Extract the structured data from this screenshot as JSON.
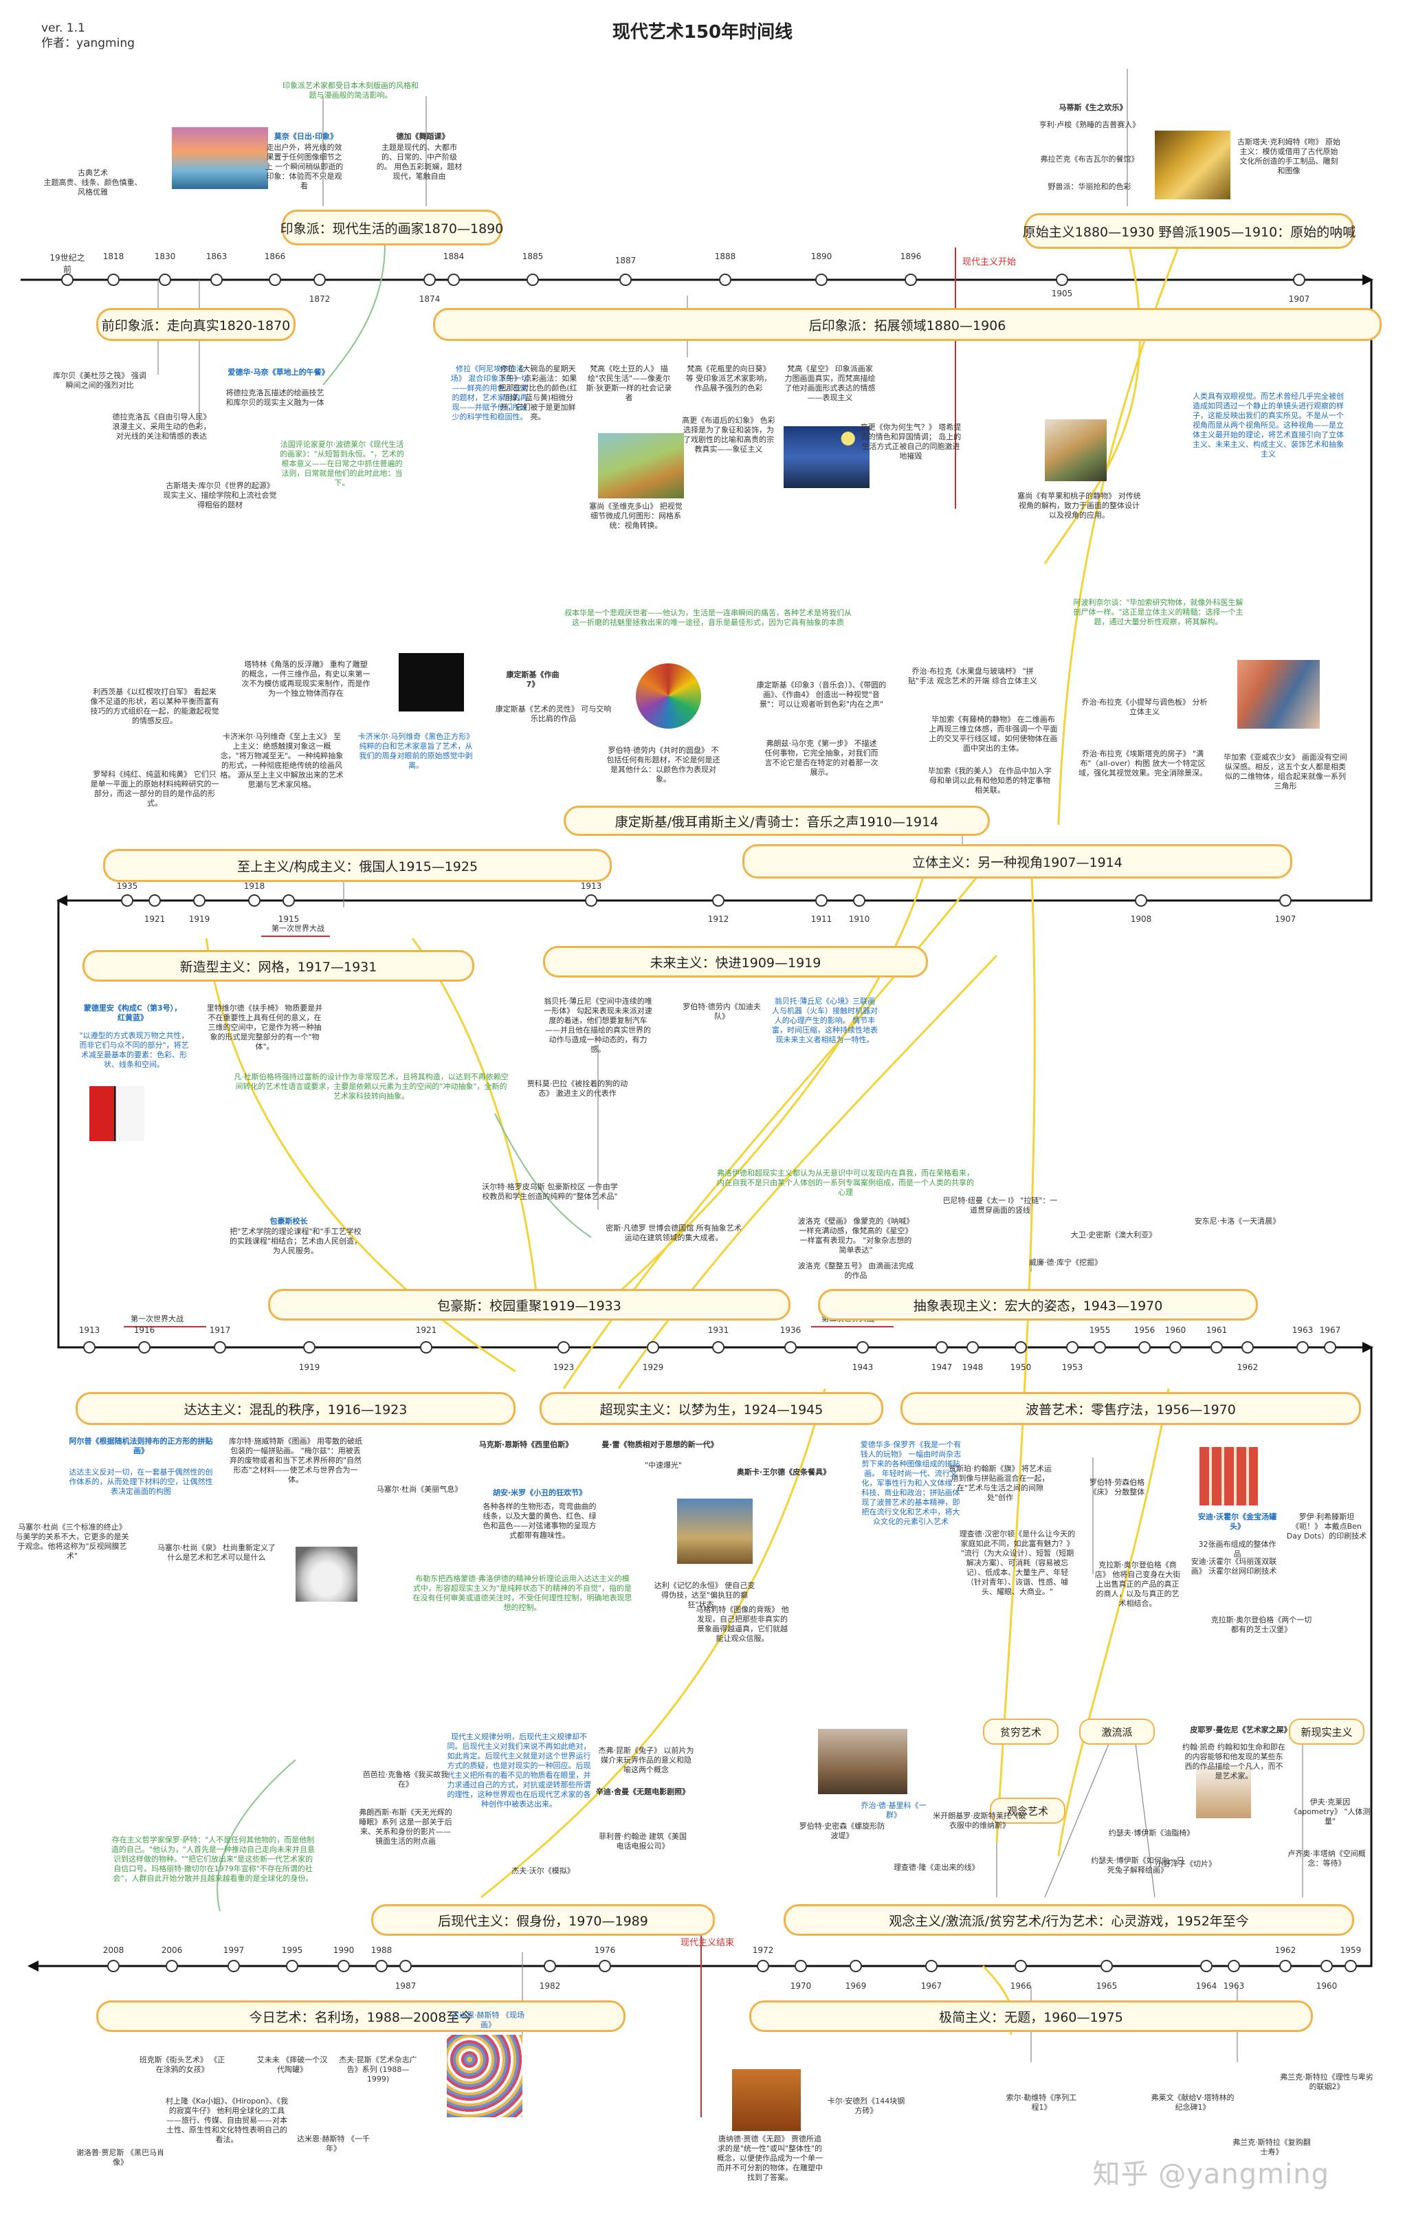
{
  "meta": {
    "version": "ver. 1.1",
    "author": "作者：yangming",
    "title": "现代艺术150年时间线"
  },
  "labels": {
    "modern_start": "现代主义开始",
    "modern_end": "现代主义结束",
    "ww1": "第一次世界大战",
    "ww2": "第二次世界大战",
    "watermark": "知乎 @yangming"
  },
  "periods": {
    "p_impression": "印象派：现代生活的画家1870—1890",
    "p_primitive": "原始主义1880—1930 野兽派1905—1910：原始的呐喊",
    "p_preimp": "前印象派：走向真实1820-1870",
    "p_postimp": "后印象派：拓展领域1880—1906",
    "p_kandinsky": "康定斯基/俄耳甫斯主义/青骑士：音乐之声1910—1914",
    "p_suprematism": "至上主义/构成主义：俄国人1915—1925",
    "p_cubism": "立体主义：另一种视角1907—1914",
    "p_neoplastic": "新造型主义：网格，1917—1931",
    "p_futurism": "未来主义：快进1909—1919",
    "p_bauhaus": "包豪斯：校园重聚1919—1933",
    "p_abstract": "抽象表现主义：宏大的姿态，1943—1970",
    "p_dada": "达达主义：混乱的秩序，1916—1923",
    "p_surreal": "超现实主义：以梦为生，1924—1945",
    "p_pop": "波普艺术：零售疗法，1956—1970",
    "p_postmodern": "后现代主义：假身份，1970—1989",
    "p_concept": "观念主义/激流派/贫穷艺术/行为艺术：心灵游戏，1952年至今",
    "p_today": "今日艺术：名利场，1988—2008至今",
    "p_minimal": "极简主义：无题，1960—1975",
    "s_arte": "贫穷艺术",
    "s_fluxus": "激流派",
    "s_newreal": "新现实主义",
    "s_concept": "观念艺术"
  },
  "years": {
    "r1": [
      "19世纪之前",
      "1818",
      "1830",
      "1863",
      "1866",
      "1872",
      "1874",
      "1884",
      "1885",
      "1887",
      "1888",
      "1890",
      "1896",
      "1905",
      "1907"
    ],
    "r2": [
      "1935",
      "1921",
      "1919",
      "1918",
      "1915",
      "1913",
      "1912",
      "1911",
      "1910",
      "1908",
      "1907"
    ],
    "r3": [
      "1913",
      "1916",
      "1917",
      "1919",
      "1921",
      "1923",
      "1929",
      "1931",
      "1936",
      "1943",
      "1947",
      "1948",
      "1950",
      "1953",
      "1955",
      "1956",
      "1960",
      "1961",
      "1962",
      "1963",
      "1967"
    ],
    "r4": [
      "2008",
      "2006",
      "1997",
      "1995",
      "1990",
      "1988",
      "1987",
      "1982",
      "1976",
      "1972",
      "1970",
      "1969",
      "1967",
      "1966",
      "1965",
      "1964",
      "1963",
      "1962",
      "1960",
      "1959"
    ]
  },
  "notes": {
    "n_classic": "古典艺术\n主题高贵、线条、颜色慎重、风格优雅",
    "n_monet_t": "莫奈《日出·印象》",
    "n_monet": "走出户外，将光线的效果置于任何图像细节之上\n一个瞬间稍纵即逝的印象：体验而不只是观看",
    "n_degas_t": "德加《舞蹈课》",
    "n_degas": "主题是现代的、大都市的、日常的、中产阶级的。\n用色五彩斑斓，题材现代，笔触自由",
    "n_japan": "印象派艺术家都受日本木刻版画的风格和题与漫画般的简洁影响。",
    "n_matisse": "马蒂斯《生之欢乐》",
    "n_rousseau": "亨利·卢梭《熟睡的吉普赛人》",
    "n_gauguin": "弗拉芒克《布吉瓦尔的餐馆》",
    "n_fauve": "野兽派：华丽抢和的色彩",
    "n_klimt": "古斯塔夫·克利姆特《吻》\n原始主义：模仿或借用了古代原始文化所创造的手工制品、雕刻和图像",
    "n_courbet": "库尔贝《美杜莎之筏》\n强调瞬间之间的强烈对比",
    "n_manet_t": "爱德华·马奈《草地上的午餐》",
    "n_manet": "将德拉克洛瓦描述的绘画技艺和库尔贝的现实主义融为一体",
    "n_delacroix": "德拉克洛瓦《自由引导人民》\n浪漫主义、采用生动的色彩，对光线的关注和情感的表达",
    "n_courbet2": "古斯塔夫·库尔贝《世界的起源》\n现实主义、描绘学院和上流社会觉得粗俗的题材",
    "n_baudelaire": "法国评论家夏尔·波德莱尔《现代生活的画家》：\"从短暂到永恒。\"，艺术的根本意义——在日常之中抓住普遍的法则，日常就是他们的此时此地：当下。",
    "n_seurat": "修拉《大碗岛的星期天下午》\n点彩画法：如果把那些对比色的颜色(红与绿、蓝与黄)相微分开，它们被于是更加鲜亮。",
    "n_signac": "修拉《阿尼埃尔的浴场》\n混合印象派的一切——鲜亮的用色、日常的题材，艺术家用的再现——并赋予他们所缺少的科学性和稳固性。",
    "n_vangogh1": "梵高《吃土豆的人》\n描绘\"农民生活\"——像麦尔斯·狄更斯一样的社会记录者",
    "n_vangogh2": "梵高《花瓶里的向日葵》等\n受印象派艺术家影响，作品展予强烈的色彩",
    "n_vangogh3": "梵高《星空》\n印象派画家力图画面真实，而梵高描绘了他对画面形式表达的情感——表现主义",
    "n_gauguin2": "高更《布道后的幻象》\n色彩选择是为了象征和装饰，为了戏剧性的比喻和高贵的宗教真实——象征主义",
    "n_gauguin3": "高更《你为何生气？》\n塔希提岛的情色和异国情调；\n岛上的生活方式正被自己的同胞激进地摧毁",
    "n_cezanne": "塞尚《圣维克多山》\n把视觉细节微成几何图形：网格系统：视角转换。",
    "n_cezanne2": "塞尚《有苹果和桃子的静物》\n对传统视角的解构，致力于画面的整体设计以及视角的应用。",
    "n_africa": "人类具有双眼视觉。而艺术曾经几乎完全被创造成如同透过一个静止的单镜头进行观察的样子，这能反映出我们的真实所见。不是从一个视角而是从两个视角所见。这种视角——是立体主义最开始的理论，将艺术直接引向了立体主义、未来主义、构成主义、装饰艺术和抽象主义",
    "n_apollinaire": "阿波利奈尔谈：\"毕加索研究物体，就像外科医生解剖尸体一样。\"这正是立体主义的精髓：选择一个主题，通过大量分析性观察，将其解构。",
    "n_schopen": "叔本华是一个悲观厌世者——他认为，生活是一连串瞬间的痛苦，各种艺术是将我们从这一折磨的祛魅里拯救出来的唯一途径，音乐是最佳形式，因为它具有抽象的本质",
    "n_malevich1": "塔特林《角落的反浮雕》\n重构了雕塑的概念，一件三维作品，有史以来第一次不为模仿或再现现实来制作，而是作为一个独立物体而存在",
    "n_malevich2": "卡济米尔·马列维奇《至上主义》\n至上主义：绝感触摸对象这一概念，\"将万物减至无\"。\n一种纯粹抽象的形式，一种彻底拒绝传统的绘画风格。\n源从至上主义中解放出来的艺术思潮与艺术家风格。",
    "n_malevich3": "卡济米尔·马列维奇《黑色正方形》\n纯粹的白和艺术家意旨了艺术，从我们的周身对眼前的原始感觉中剥离。",
    "n_lissitzky": "利西茨基《以红楔攻打白军》\n看起来像不足道的形状，若以某种平衡而富有技巧的方式组织在一起，的能激起视觉的情感反应。",
    "n_rodchenko": "罗琴科《纯红、纯蓝和纯黄》\n它们只是单一平面上的原始材料纯粹研究的一部分，而这一部分的目的是作品的形式。",
    "n_kandinsky_t": "康定斯基《作曲7》",
    "n_kandinsky": "康定斯基《艺术的灵性》\n可与交响乐比肩的作品",
    "n_delaunay": "罗伯特·德劳内《共时的圆盘》\n不包括任何有形题材，不论是何是还是其他什么：以颜色作为表现对象。",
    "n_kandinsky2": "康定斯基《印象3（音乐会）》、《带圆的画》、《作曲4》\n创造出一种视觉\"音景\"：可以让观者听到色彩\"内在之声\"",
    "n_marc": "弗朗兹·马尔克《第一步》\n不描述任何事物，它完全抽象，对我们而言不论它是否在特定的对着那一次展示。",
    "n_picasso1": "乔治·布拉克《水果盘与玻璃杯》\n\"拼贴\"手法\n观念艺术的开端\n综合立体主义",
    "n_picasso2": "毕加索《有藤椅的静物》\n在二维画布上再现三维立体感，而非强调一个平面上的交叉平行线区域，如何使物体在画面中突出的主体。",
    "n_picasso3": "毕加索《我的美人》\n在作品中加入字母和单词以此有和他知悉的特定事物相关联。",
    "n_braque": "乔治·布拉克《小提琴与调色板》\n分析立体主义",
    "n_braque2": "乔治·布拉克《埃斯塔克的房子》\n\"满布\"（all-over）构图\n放大一个特定区域，强化其视觉效果。完全消除景深。",
    "n_avignon": "毕加索《亚威农少女》\n画面没有空间纵深感。相反，这五个女人都是相类似的二维物体，组合起来就像一系列三角形",
    "n_mondrian_t": "蒙德里安《构成C（第3号），红黄蓝》",
    "n_mondrian": "\"以遵型的方式表现万物之共性，而非它们与众不同的部分\"，将艺术减至最基本的要素：色彩、形状、线条和空间。",
    "n_vandoesburg": "里特维尔德《扶手椅》\n物质要是并不在重要性上具有任何的意义，在三维的空间中，它是作为将一种抽象的形式是完整部分的有一个\"物体\"。",
    "n_neoplastic": "凡·杜斯伯格将强持过富新的设计作为非常现艺术，且将其构造，以达到不再依赖空间转化的艺术性语言或要求，主要是依赖以元素为主的空间的\"冲动抽象\"，全新的艺术家科技转向抽象。",
    "n_boccioni": "翁贝托·薄丘尼《空间中连续的唯一形体》\n勾起来表现未来派对速度的着迷，他们想要复制汽车——并且他在描绘的真实世界的动作与造成一种动态的，有力感。",
    "n_balla": "贾科莫·巴拉《被拴着的狗的动态》\n激进主义的代表作",
    "n_delaunay2": "罗伯特·德劳内《加迪夫队》",
    "n_boccioni2": "翁贝托·薄丘尼《心境》三联画\n人与机器（火车）接触时机器对人的心理产生的影响。\n情节丰富，时间压缩，这种持续性地表现未来主义者相结为一特性。",
    "n_gropius_t": "包豪斯校长",
    "n_gropius": "把\"艺术学院的理论课程\"和\"手工艺学校的实践课程\"相结合；艺术由人民创造，为人民服务。",
    "n_mondrian2": "沃尔特·格罗皮乌斯 包豪斯校区\n一件由学校教员和学生创造的纯粹的\"整体艺术品\"",
    "n_mies": "密斯·凡德罗 世博会德国馆\n所有抽象艺术运动在建筑领域的集大成者。",
    "n_freud": "弗洛伊德和超现实主义都认为从无意识中可以发现内在真我，而在荣格看来，内在自我不是只由某个人体创的一系列专属案例组成，而是一个人类的共享的心理",
    "n_pollock": "波洛克《壁画》\n像蒙克的《呐喊》一样充满动感，像梵高的《星空》一样富有表现力。\n\"对象杂志想的简单表达\"",
    "n_pollock2": "波洛克《整整五号》\n由滴画法完成的作品",
    "n_rothko": "巴尼特·纽曼《太一 I》\n\"拉链\"：一道贯穿画面的竖线",
    "n_dekooning": "大卫·史密斯《澳大利亚》",
    "n_newman": "威廉·德·库宁《挖掘》",
    "n_rothko2": "安东尼·卡洛《一天清晨》",
    "n_duchamp_t": "阿尔普《根据随机法则排布的正方形的拼贴画》",
    "n_duchamp": "达达主义反对一切，在一套基于偶然性的创作体系的，从而处理下材料的空，让偶然性表决定画面的构图",
    "n_schwitters": "库尔特·施威特斯《图画》\n用零散的破纸包装的一幅拼贴画。\n\"梅尔兹\"：用被丢弃的废物或者和当下艺术界所称的\"自然形态\"之材料——使艺术与世界合为一体。",
    "n_duchamp2": "马塞尔·杜尚《三个标准的终止》\n与美学的关系不大，它更多的是关于观念。他将这称为\"反视网膜艺术\"",
    "n_duchamp3": "马塞尔·杜尚《泉》\n杜尚重新定义了什么是艺术和艺术可以是什么",
    "n_duchamp4": "马塞尔·杜尚《美丽气息》",
    "n_ernst": "马克斯·恩斯特《西里伯斯》",
    "n_miro": "曼·雷《物质相对于思想的新一代》",
    "n_magritte": "\"中速爆光\"",
    "n_dali_t": "胡安·米罗《小丑的狂欢节》",
    "n_dali0": "各种各样的生物形态，弯弯曲曲的线条，以及大量的黄色、红色、绿色和蓝色——对弦诸事物的呈现方式都带有趣味性。",
    "n_breton": "布勒东把西格蒙德·弗洛伊德的精神分析理论运用入达达主义的模式中，形容超现实主义为\"是纯粹状态下的精神的不自觉\"，指的是在没有任何审美或道德关注时，不受任何理性控制，明确地表现思想的控制。",
    "n_dali": "达利《记忆的永恒》\n使自己变得伪技，达至\"偏执狂的癫狂\"状态。",
    "n_magritte2": "马格利特《图像的背叛》\n他发现，自己把那些非真实的景象画得越逼真，它们就越能让观众信服。",
    "n_magritte3": "奥斯卡·王尔德《皮条餐具》",
    "n_hamilton": "理查德·汉密尔顿《是什么让今天的家庭如此不同，如此富有魅力？》\n\"流行（为大众设计）、短暂（短期解决方案）、可消耗（容易被忘记）、低成本、大量生产、年轻（针对青年）、诙谐、性感、噱头、耀眼、大商业。\"",
    "n_warhol_t": "安迪·沃霍尔《金宝汤罐头》",
    "n_warhol": "32张画布组成的整体作品",
    "n_warhol2": "安迪·沃霍尔《玛丽莲双联画》\n沃霍尔丝网印刷技术",
    "n_lichtenstein": "罗伊·利希滕斯坦《呃！》\n本戴点Ben Day Dots）的印刷技术",
    "n_oldenburg": "克拉斯·奥尔登伯格《商店》\n他将自己变身在大街上出售真正的产品的真正的商人，以及与真正的艺术相结合。",
    "n_oldenburg2": "克拉斯·奥尔登伯格《两个一切都有的芝士汉堡》",
    "n_johns": "贾斯珀·约翰斯《旗》\n将艺术运用到像与拼贴画混合在一起，在\"艺术与生活之间的间隙处\"创作",
    "n_rauschenberg": "罗伯特·劳森伯格《床》\n分散整体",
    "n_pop_def": "爱德华多·保罗齐《我是一个有钱人的玩物》\n一幅由时尚杂志剪下来的各种图像组成的拼贴画。\n年轻时尚一代、流行文化，军事性行为和入文体缘：\n科技、商业和政治；拼贴画体现了波普艺术的基本精神，即把在流行文化和艺术中，将大众文化的元素引入艺术",
    "n_koons": "杰弗·昆斯《兔子》\n以前片为媒介来玩弄作品的意义和隐喻这两个概念",
    "n_koons2": "菲利普·约翰逊 建筑《美国电话电报公司》",
    "n_sherman": "辛迪·舍曼《无题电影剧照》",
    "n_sherman2": "芭芭拉·克鲁格《我买故我在》",
    "n_sherman3": "弗朗西斯·布斯《天无光辉的睡眠》系列\n这是一部关于后来、关系和身份的影片——镜面生活的附点画",
    "n_postmod": "现代主义规律分明，后现代主义规律却不同。后现代主义对我们来说不再如此绝对，如此肯定。后现代主义就是对这个世界运行方式的质疑，也是对现实的一种回应。后现代主义把所有的看不见的物质看在眼里，并力求通过自己的方式，对抗或逆转那些所谓的理性，这种世界观也在后现代艺术家的各种创作中被表达出来。",
    "n_warhol3": "杰夫·沃尔《模拟》",
    "n_sherman4": "存在主义哲学家保罗·萨特：\"人不是任何其他物的，而是他制造的自己。\"他认为，\"人首先是一种推动自己走向未来并且意识到这样做的物种。\"\"把它们放出来\"是这些新一代艺术家的自信口号。玛格丽特·撒切尔在1979年宣称\"不存在所谓的社会\"，人群自此开始分散并且越来越看重的是全球化的身份。",
    "n_kosuth": "约瑟夫·博伊斯《油脂椅》",
    "n_beuys": "约瑟夫·博伊斯《如何向一只死兔子解释绘画》",
    "n_kounellis": "米开朗基罗·皮斯特莱托《破衣服中的维纳斯》",
    "n_kounellis2": "乔治·德·基里科《一群》",
    "n_smithson": "罗伯特·史密森《螺旋形防波堤》",
    "n_kosuth2": "小野洋子《切片》",
    "n_rauschenberg2": "理查德·隆《走出来的线》",
    "n_yves": "伊夫·克莱因《apometry》\n\"人体测量\"",
    "n_yves2": "约翰·凯奇\n约翰和如生命和即在的内容能够和他发现的某些东西的作品描绘一个凡人，而不是艺术家。",
    "n_manzoni": "皮耶罗·曼佐尼《艺术家之屎》",
    "n_arman": "卢齐奥·丰塔纳《空间概念：等待》",
    "n_judd": "唐纳德·贾德《无题》\n贾德所追求的是\"统一性\"或叫\"整体性\"的概念，以便使作品成为一个单一而并不可分割的物体，在雕塑中找到了答案。",
    "n_andre": "卡尔·安德烈《144块钢方砖》",
    "n_lewitt": "索尔·勒维特《序列工程1》",
    "n_flavin": "弗莱文《献给V·塔特林的纪念碑1》",
    "n_stella": "弗兰克·斯特拉《理性与卑劣的联姻2》",
    "n_stella2": "弗兰克·斯特拉《复购翻士寿》",
    "n_banksy": "班克斯《街头艺术》\n《正在涂鸦的女孩》",
    "n_murakami": "村上隆《Kə小姐》、《Hiropon》、《我的寂寞牛仔》\n他利用全球化的工具——旅行、传媒、自由贸易——对本土性、原生性和文化特性表明自己的看法。",
    "n_hirst": "达米恩·赫斯特\n《一千年》",
    "n_hirst2": "达米恩·赫斯特\n《现场画》",
    "n_emin": "艾未未\n《摔破一个汉代陶罐》",
    "n_koons3": "杰夫·昆斯《艺术杂志广告》系列\n(1988—1999)",
    "n_gormley": "谢洛普·贾尼斯\n《黑巴马肖像》"
  }
}
